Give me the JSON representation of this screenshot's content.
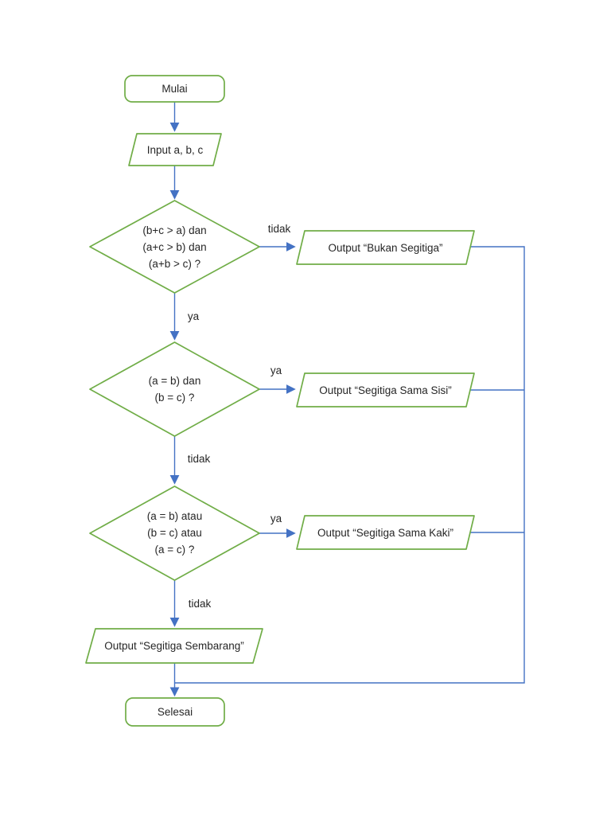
{
  "flowchart": {
    "nodes": {
      "start": {
        "shape": "terminator",
        "label": "Mulai"
      },
      "input": {
        "shape": "parallelogram",
        "label": "Input a, b, c"
      },
      "decision_is_triangle": {
        "shape": "decision",
        "lines": [
          "(b+c > a) dan",
          "(a+c > b) dan",
          "(a+b > c) ?"
        ]
      },
      "output_bukan_segitiga": {
        "shape": "parallelogram",
        "label": "Output “Bukan Segitiga”"
      },
      "decision_equilateral": {
        "shape": "decision",
        "lines": [
          "(a = b) dan",
          "(b = c) ?"
        ]
      },
      "output_sama_sisi": {
        "shape": "parallelogram",
        "label": "Output “Segitiga Sama Sisi”"
      },
      "decision_isosceles": {
        "shape": "decision",
        "lines": [
          "(a = b) atau",
          "(b = c) atau",
          "(a = c) ?"
        ]
      },
      "output_sama_kaki": {
        "shape": "parallelogram",
        "label": "Output “Segitiga Sama Kaki”"
      },
      "output_sembarang": {
        "shape": "parallelogram",
        "label": "Output “Segitiga Sembarang”"
      },
      "end": {
        "shape": "terminator",
        "label": "Selesai"
      }
    },
    "edge_labels": {
      "decision1_no": "tidak",
      "decision1_yes": "ya",
      "decision2_yes": "ya",
      "decision2_no": "tidak",
      "decision3_yes": "ya",
      "decision3_no": "tidak"
    },
    "colors": {
      "shape_stroke": "#70AD47",
      "connector": "#4472C4",
      "text": "#262626",
      "background": "#FFFFFF"
    }
  }
}
